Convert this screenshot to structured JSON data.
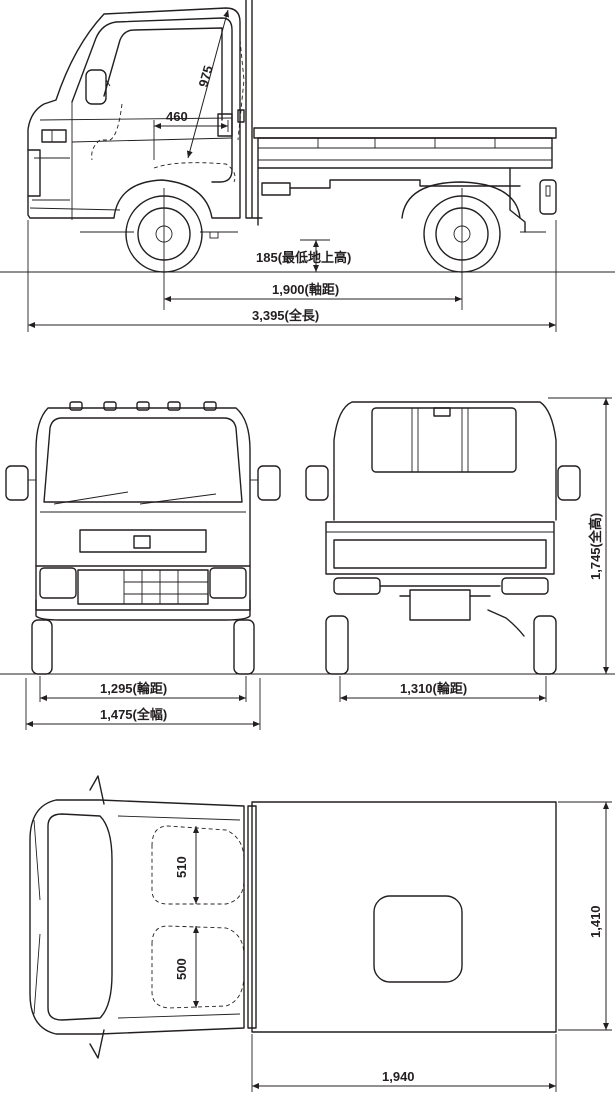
{
  "side_view": {
    "seat_angle_label": "975",
    "seat_depth_label": "460",
    "ground_clearance_label": "185(最低地上高)",
    "wheelbase_label": "1,900(軸距)",
    "overall_length_label": "3,395(全長)"
  },
  "front_view": {
    "front_track_label": "1,295(輪距)",
    "overall_width_label": "1,475(全幅)"
  },
  "rear_view": {
    "rear_track_label": "1,310(輪距)",
    "overall_height_label": "1,745(全高)"
  },
  "top_view": {
    "seat_upper_label": "510",
    "seat_lower_label": "500",
    "bed_width_label": "1,410",
    "bed_length_label": "1,940"
  }
}
